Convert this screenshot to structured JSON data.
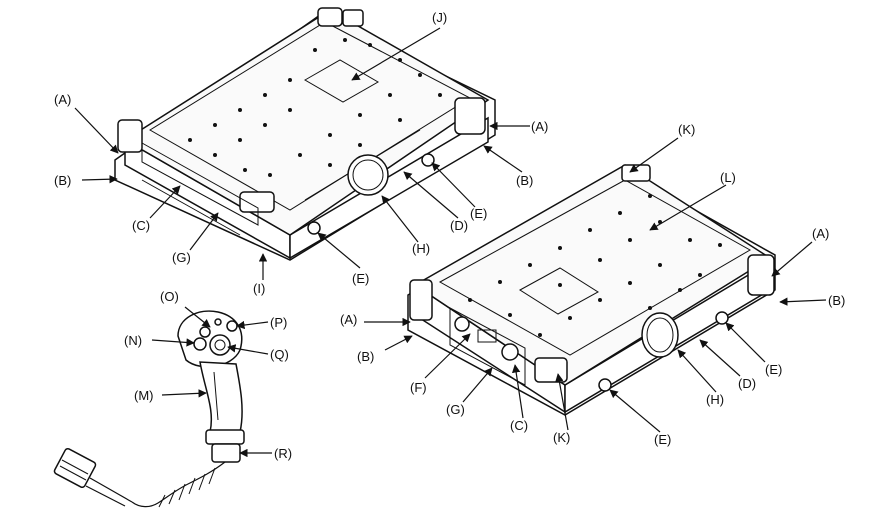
{
  "callouts": {
    "A1": "(A)",
    "A2": "(A)",
    "A3": "(A)",
    "A4": "(A)",
    "B1": "(B)",
    "B2": "(B)",
    "B3": "(B)",
    "B4": "(B)",
    "C1": "(C)",
    "C2": "(C)",
    "D1": "(D)",
    "D2": "(D)",
    "E1": "(E)",
    "E2": "(E)",
    "E3": "(E)",
    "E4": "(E)",
    "F": "(F)",
    "G1": "(G)",
    "G2": "(G)",
    "H1": "(H)",
    "H2": "(H)",
    "I": "(I)",
    "J": "(J)",
    "K1": "(K)",
    "K2": "(K)",
    "L": "(L)",
    "M": "(M)",
    "N": "(N)",
    "O": "(O)",
    "P": "(P)",
    "Q": "(Q)",
    "R": "(R)"
  },
  "colors": {
    "line": "#111111",
    "background": "#ffffff"
  }
}
